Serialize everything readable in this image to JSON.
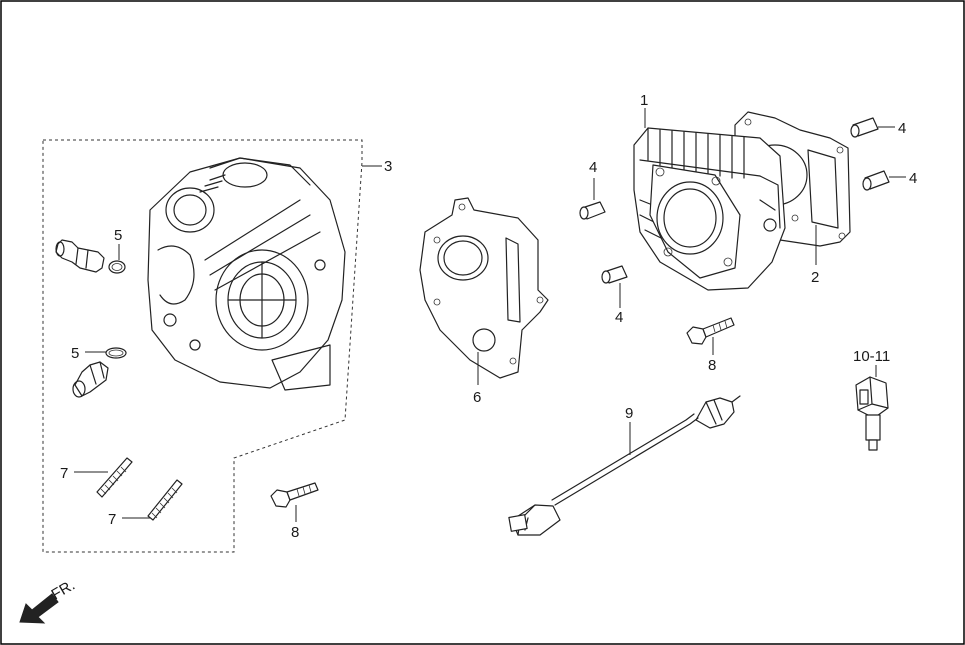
{
  "callouts": {
    "c1": "1",
    "c2": "2",
    "c3": "3",
    "c4a": "4",
    "c4b": "4",
    "c4c": "4",
    "c4d": "4",
    "c5a": "5",
    "c5b": "5",
    "c6": "6",
    "c7a": "7",
    "c7b": "7",
    "c8a": "8",
    "c8b": "8",
    "c9": "9",
    "c10_11": "10-11"
  },
  "front_indicator": "FR."
}
